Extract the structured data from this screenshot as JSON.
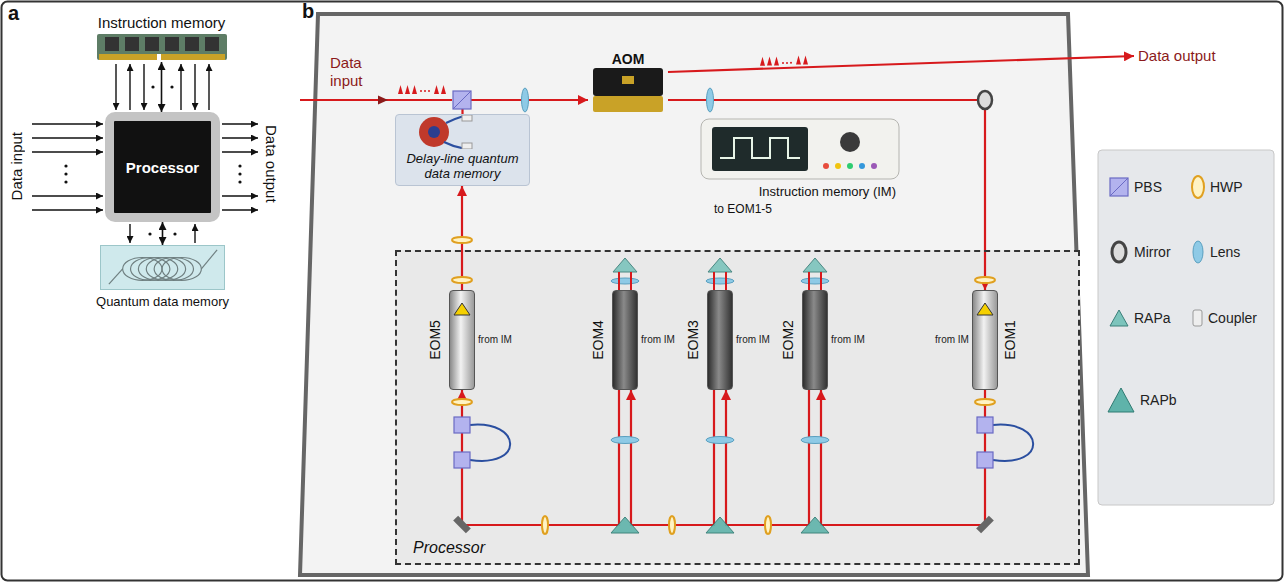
{
  "diagram": {
    "nodes": [
      {
        "text": [
          "Instruction memory"
        ]
      },
      {
        "text": [
          "Processor"
        ]
      },
      {
        "text": [
          "Quantum data memory"
        ]
      },
      {
        "text": [
          "Delay-line quantum data memory"
        ]
      },
      {
        "text": [
          "AOM"
        ]
      },
      {
        "text": [
          "Instruction memory (IM)",
          "to EOM1-5"
        ]
      },
      {
        "text": [
          "Processor"
        ]
      },
      {
        "text": [
          "EOM1",
          "from IM"
        ],
        "in": 6
      },
      {
        "text": [
          "EOM2",
          "from IM"
        ],
        "in": 6
      },
      {
        "text": [
          "EOM3",
          "from IM"
        ],
        "in": 6
      },
      {
        "text": [
          "EOM4",
          "from IM"
        ],
        "in": 6
      },
      {
        "text": [
          "EOM5",
          "from IM"
        ],
        "in": 6
      }
    ],
    "edges": [
      {
        "from": 0,
        "to": 1,
        "arrow": "both"
      },
      {
        "from": 1,
        "to": 2,
        "arrow": "both"
      },
      {
        "from": 3,
        "to": 4,
        "arrow": "to"
      },
      {
        "from": 4,
        "to": 7,
        "arrow": "to"
      },
      {
        "from": 7,
        "to": 8,
        "arrow": "to"
      },
      {
        "from": 8,
        "to": 9,
        "arrow": "to"
      },
      {
        "from": 9,
        "to": 10,
        "arrow": "to"
      },
      {
        "from": 10,
        "to": 11,
        "arrow": "to"
      },
      {
        "from": 11,
        "to": 3,
        "arrow": "to"
      }
    ],
    "labels": [
      "a",
      "b",
      "Data input",
      "Data output",
      "Data input",
      "Data output"
    ],
    "legend": [
      {
        "text": "PBS"
      },
      {
        "text": "HWP"
      },
      {
        "text": "Mirror"
      },
      {
        "text": "Lens"
      },
      {
        "text": "RAPa"
      },
      {
        "text": "Coupler"
      },
      {
        "text": "RAPb"
      }
    ]
  }
}
